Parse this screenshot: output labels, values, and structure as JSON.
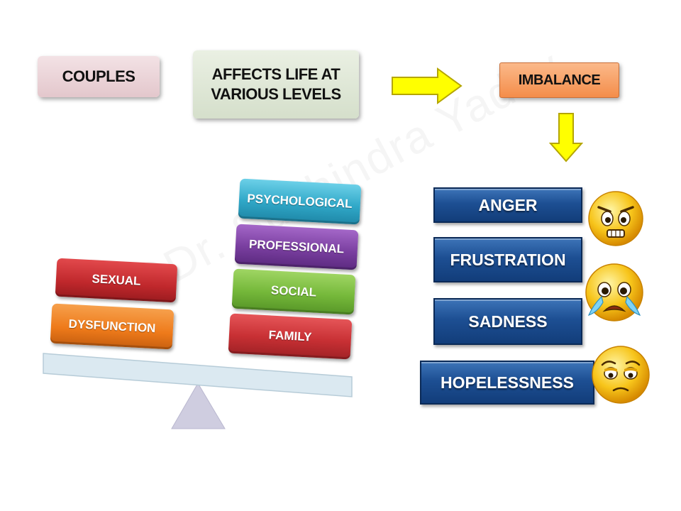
{
  "top": {
    "couples": "COUPLES",
    "affects_line1": "AFFECTS LIFE AT",
    "affects_line2": "VARIOUS LEVELS",
    "imbalance": "IMBALANCE"
  },
  "left_pan": [
    "SEXUAL",
    "DYSFUNCTION"
  ],
  "right_pan": [
    "PSYCHOLOGICAL",
    "PROFESSIONAL",
    "SOCIAL",
    "FAMILY"
  ],
  "emotions": [
    "ANGER",
    "FRUSTRATION",
    "SADNESS",
    "HOPELESSNESS"
  ],
  "watermark": "©Dr. Sudhindra Yadav",
  "icons": [
    "arrow-right-icon",
    "arrow-down-icon",
    "angry-face-icon",
    "crying-face-icon",
    "tired-face-icon",
    "balance-scale-icon"
  ],
  "colors": {
    "couples_bg": "#e6ccd1",
    "affects_bg": "#dde6d4",
    "imbalance_bg": "#f49a5a",
    "arrow": "#ffff00",
    "emotion_blue": "#1d4f93",
    "psychological": "#30a8c8",
    "professional": "#7a3fa0",
    "social": "#75b83a",
    "family": "#c83034",
    "sexual": "#c0282c",
    "dysfunction": "#ee7a1a"
  }
}
